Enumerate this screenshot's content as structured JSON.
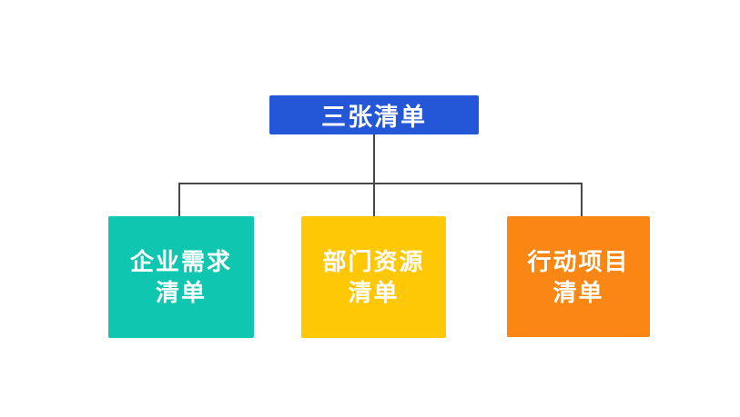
{
  "diagram": {
    "background": "#ffffff",
    "connector_color": "#474747",
    "text_color": "#ffffff",
    "root": {
      "label": "三张清单",
      "color": "#2456d8"
    },
    "children": [
      {
        "label": "企业需求\n清单",
        "color": "#0fc6b0"
      },
      {
        "label": "部门资源\n清单",
        "color": "#ffc807"
      },
      {
        "label": "行动项目\n清单",
        "color": "#fa8714"
      }
    ]
  }
}
